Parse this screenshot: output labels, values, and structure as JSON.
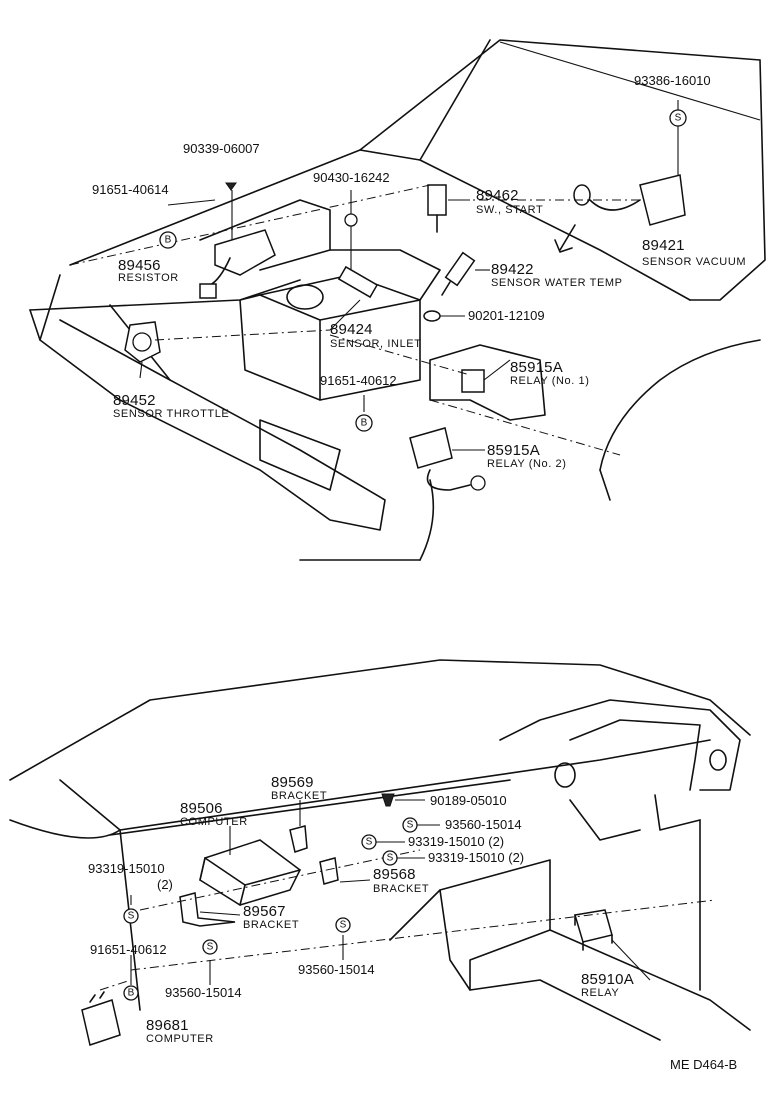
{
  "callouts": {
    "p93386_16010": "93386-16010",
    "p90339_06007": "90339-06007",
    "p91651_40614": "91651-40614",
    "p90430_16242": "90430-16242",
    "p89462": "89462",
    "p89462_name": "SW., START",
    "p89456": "89456",
    "p89456_name": "RESISTOR",
    "p89422": "89422",
    "p89422_name": "SENSOR WATER TEMP",
    "p89421": "89421",
    "p89421_name": "SENSOR VACUUM",
    "p90201_12109": "90201-12109",
    "p89424": "89424",
    "p89424_name": "SENSOR, INLET",
    "p85915a_1": "85915A",
    "p85915a_1_name": "RELAY (No. 1)",
    "p91651_40612_top": "91651-40612",
    "p89452": "89452",
    "p89452_name": "SENSOR THROTTLE",
    "p85915a_2": "85915A",
    "p85915a_2_name": "RELAY (No. 2)",
    "p89569": "89569",
    "p89569_name": "BRACKET",
    "p89506": "89506",
    "p89506_name": "COMPUTER",
    "p90189_05010": "90189-05010",
    "p93560_15014_a": "93560-15014",
    "p93319_15010_a": "93319-15010 (2)",
    "p93319_15010_b": "93319-15010 (2)",
    "p93319_15010_left": "93319-15010",
    "p93319_15010_left_qty": "(2)",
    "p89568": "89568",
    "p89568_name": "BRACKET",
    "p89567": "89567",
    "p89567_name": "BRACKET",
    "p91651_40612_bot": "91651-40612",
    "p93560_15014_b": "93560-15014",
    "p93560_15014_c": "93560-15014",
    "p85910a": "85910A",
    "p85910a_name": "RELAY",
    "p89681": "89681",
    "p89681_name": "COMPUTER"
  },
  "symbols": {
    "s": "S",
    "b": "B"
  },
  "footer": {
    "code": "ME  D464-B"
  }
}
